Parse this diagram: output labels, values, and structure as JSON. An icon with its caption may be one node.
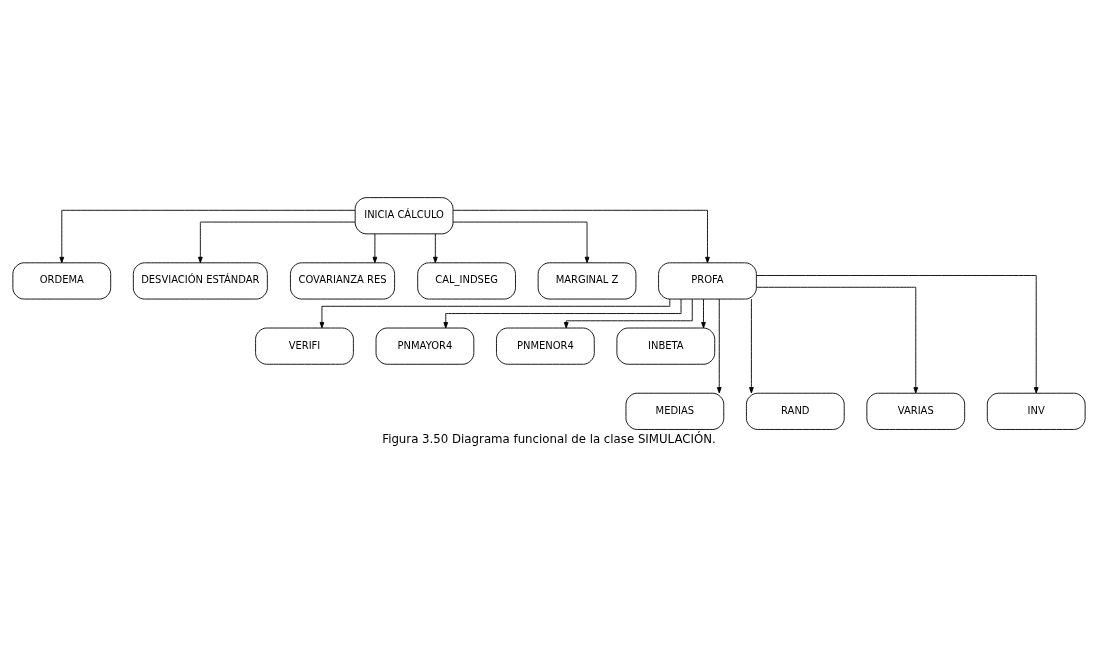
{
  "diagram": {
    "caption": "Figura 3.50 Diagrama funcional de la clase SIMULACIÓN.",
    "nodes": [
      {
        "text": [
          "INICIA CÁLCULO"
        ]
      },
      {
        "text": [
          "ORDEMA"
        ]
      },
      {
        "text": [
          "DESVIACIÓN ESTÁNDAR"
        ]
      },
      {
        "text": [
          "COVARIANZA RES"
        ]
      },
      {
        "text": [
          "CAL_INDSEG"
        ]
      },
      {
        "text": [
          "MARGINAL Z"
        ]
      },
      {
        "text": [
          "PROFA"
        ]
      },
      {
        "text": [
          "VERIFI"
        ]
      },
      {
        "text": [
          "PNMAYOR4"
        ]
      },
      {
        "text": [
          "PNMENOR4"
        ]
      },
      {
        "text": [
          "INBETA"
        ]
      },
      {
        "text": [
          "MEDIAS"
        ]
      },
      {
        "text": [
          "RAND"
        ]
      },
      {
        "text": [
          "VARIAS"
        ]
      },
      {
        "text": [
          "INV"
        ]
      }
    ],
    "edges": [
      {
        "from": 0,
        "to": 1,
        "arrow": "to"
      },
      {
        "from": 0,
        "to": 2,
        "arrow": "to"
      },
      {
        "from": 0,
        "to": 3,
        "arrow": "to"
      },
      {
        "from": 0,
        "to": 4,
        "arrow": "to"
      },
      {
        "from": 0,
        "to": 5,
        "arrow": "to"
      },
      {
        "from": 0,
        "to": 6,
        "arrow": "to"
      },
      {
        "from": 6,
        "to": 7,
        "arrow": "to"
      },
      {
        "from": 6,
        "to": 8,
        "arrow": "to"
      },
      {
        "from": 6,
        "to": 9,
        "arrow": "to"
      },
      {
        "from": 6,
        "to": 10,
        "arrow": "to"
      },
      {
        "from": 6,
        "to": 11,
        "arrow": "to"
      },
      {
        "from": 6,
        "to": 12,
        "arrow": "to"
      },
      {
        "from": 6,
        "to": 13,
        "arrow": "to"
      },
      {
        "from": 6,
        "to": 14,
        "arrow": "to"
      }
    ]
  }
}
